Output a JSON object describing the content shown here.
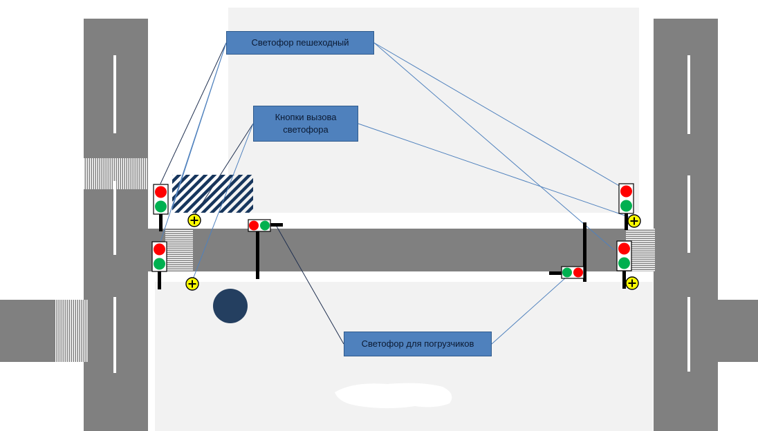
{
  "labels": {
    "pedestrian_lights": "Светофор пешеходный",
    "call_buttons": "Кнопки вызова светофора",
    "loader_lights": "Светофор для погрузчиков"
  },
  "colors": {
    "road": "#808080",
    "yard": "#f2f2f2",
    "lane_marking": "#ffffff",
    "light_red": "#ff0000",
    "light_green": "#00b050",
    "callout_fill": "#4f81bd",
    "callout_border": "#2f5a8c",
    "leader_line": "#4f81bd",
    "button_fill": "#ffff00",
    "pole": "#000000",
    "column": "#243f60",
    "hatch": "#17365d"
  },
  "icons": {
    "pedestrian_light": "traffic-light-vertical-icon",
    "loader_light": "traffic-light-horizontal-icon",
    "call_button": "call-button-icon"
  }
}
